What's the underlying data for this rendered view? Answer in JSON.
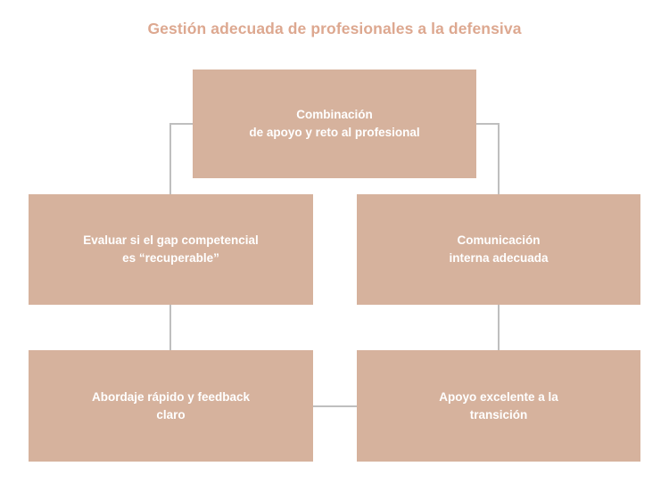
{
  "diagram": {
    "title": "Gestión adecuada de profesionales a la defensiva",
    "accent_color": "#dda890",
    "node_fill_color": "#d6b29d",
    "node_text_color": "#ffffff",
    "connector_color": "#bfbfbf",
    "background_color": "#ffffff",
    "type": "flowchart",
    "nodes": [
      {
        "id": "top",
        "label": "Combinación\nde apoyo y reto al profesional",
        "level": 1
      },
      {
        "id": "mid-left",
        "label": "Evaluar si el gap competencial\nes “recuperable”",
        "level": 2
      },
      {
        "id": "mid-right",
        "label": "Comunicación\ninterna adecuada",
        "level": 2
      },
      {
        "id": "bottom-left",
        "label": "Abordaje rápido y feedback\nclaro",
        "level": 3
      },
      {
        "id": "bottom-right",
        "label": "Apoyo excelente a la\ntransición",
        "level": 3
      }
    ],
    "edges": [
      {
        "from": "top",
        "to": "mid-left",
        "style": "elbow-left"
      },
      {
        "from": "top",
        "to": "mid-right",
        "style": "elbow-right"
      },
      {
        "from": "mid-left",
        "to": "bottom-left",
        "style": "vertical"
      },
      {
        "from": "mid-right",
        "to": "bottom-right",
        "style": "vertical"
      },
      {
        "from": "bottom-left",
        "to": "bottom-right",
        "style": "horizontal"
      }
    ]
  }
}
